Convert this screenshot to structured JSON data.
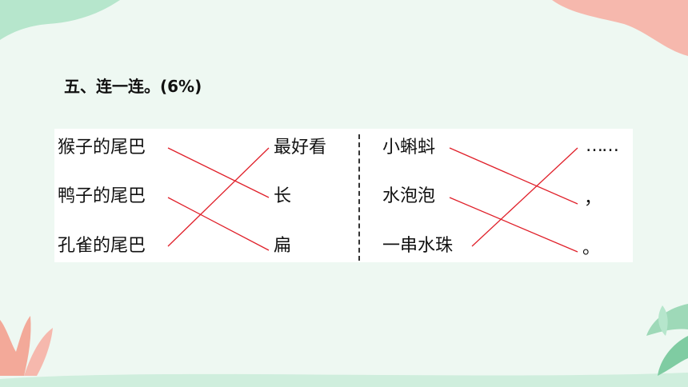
{
  "question": {
    "title": "五、连一连。(6%)"
  },
  "left_group": {
    "subjects": [
      "猴子的尾巴",
      "鸭子的尾巴",
      "孔雀的尾巴"
    ],
    "descriptions": [
      "最好看",
      "长",
      "扁"
    ],
    "matches": [
      [
        0,
        1
      ],
      [
        1,
        2
      ],
      [
        2,
        0
      ]
    ]
  },
  "right_group": {
    "words": [
      "小蝌蚪",
      "水泡泡",
      "一串水珠"
    ],
    "symbols": [
      "……",
      "，",
      "。"
    ],
    "matches": [
      [
        0,
        1
      ],
      [
        1,
        2
      ],
      [
        2,
        0
      ]
    ]
  },
  "colors": {
    "line": "#e0202a",
    "background": "#eef8f2",
    "coral": "#f6b8ad",
    "leaf": "#9ed9b8"
  }
}
